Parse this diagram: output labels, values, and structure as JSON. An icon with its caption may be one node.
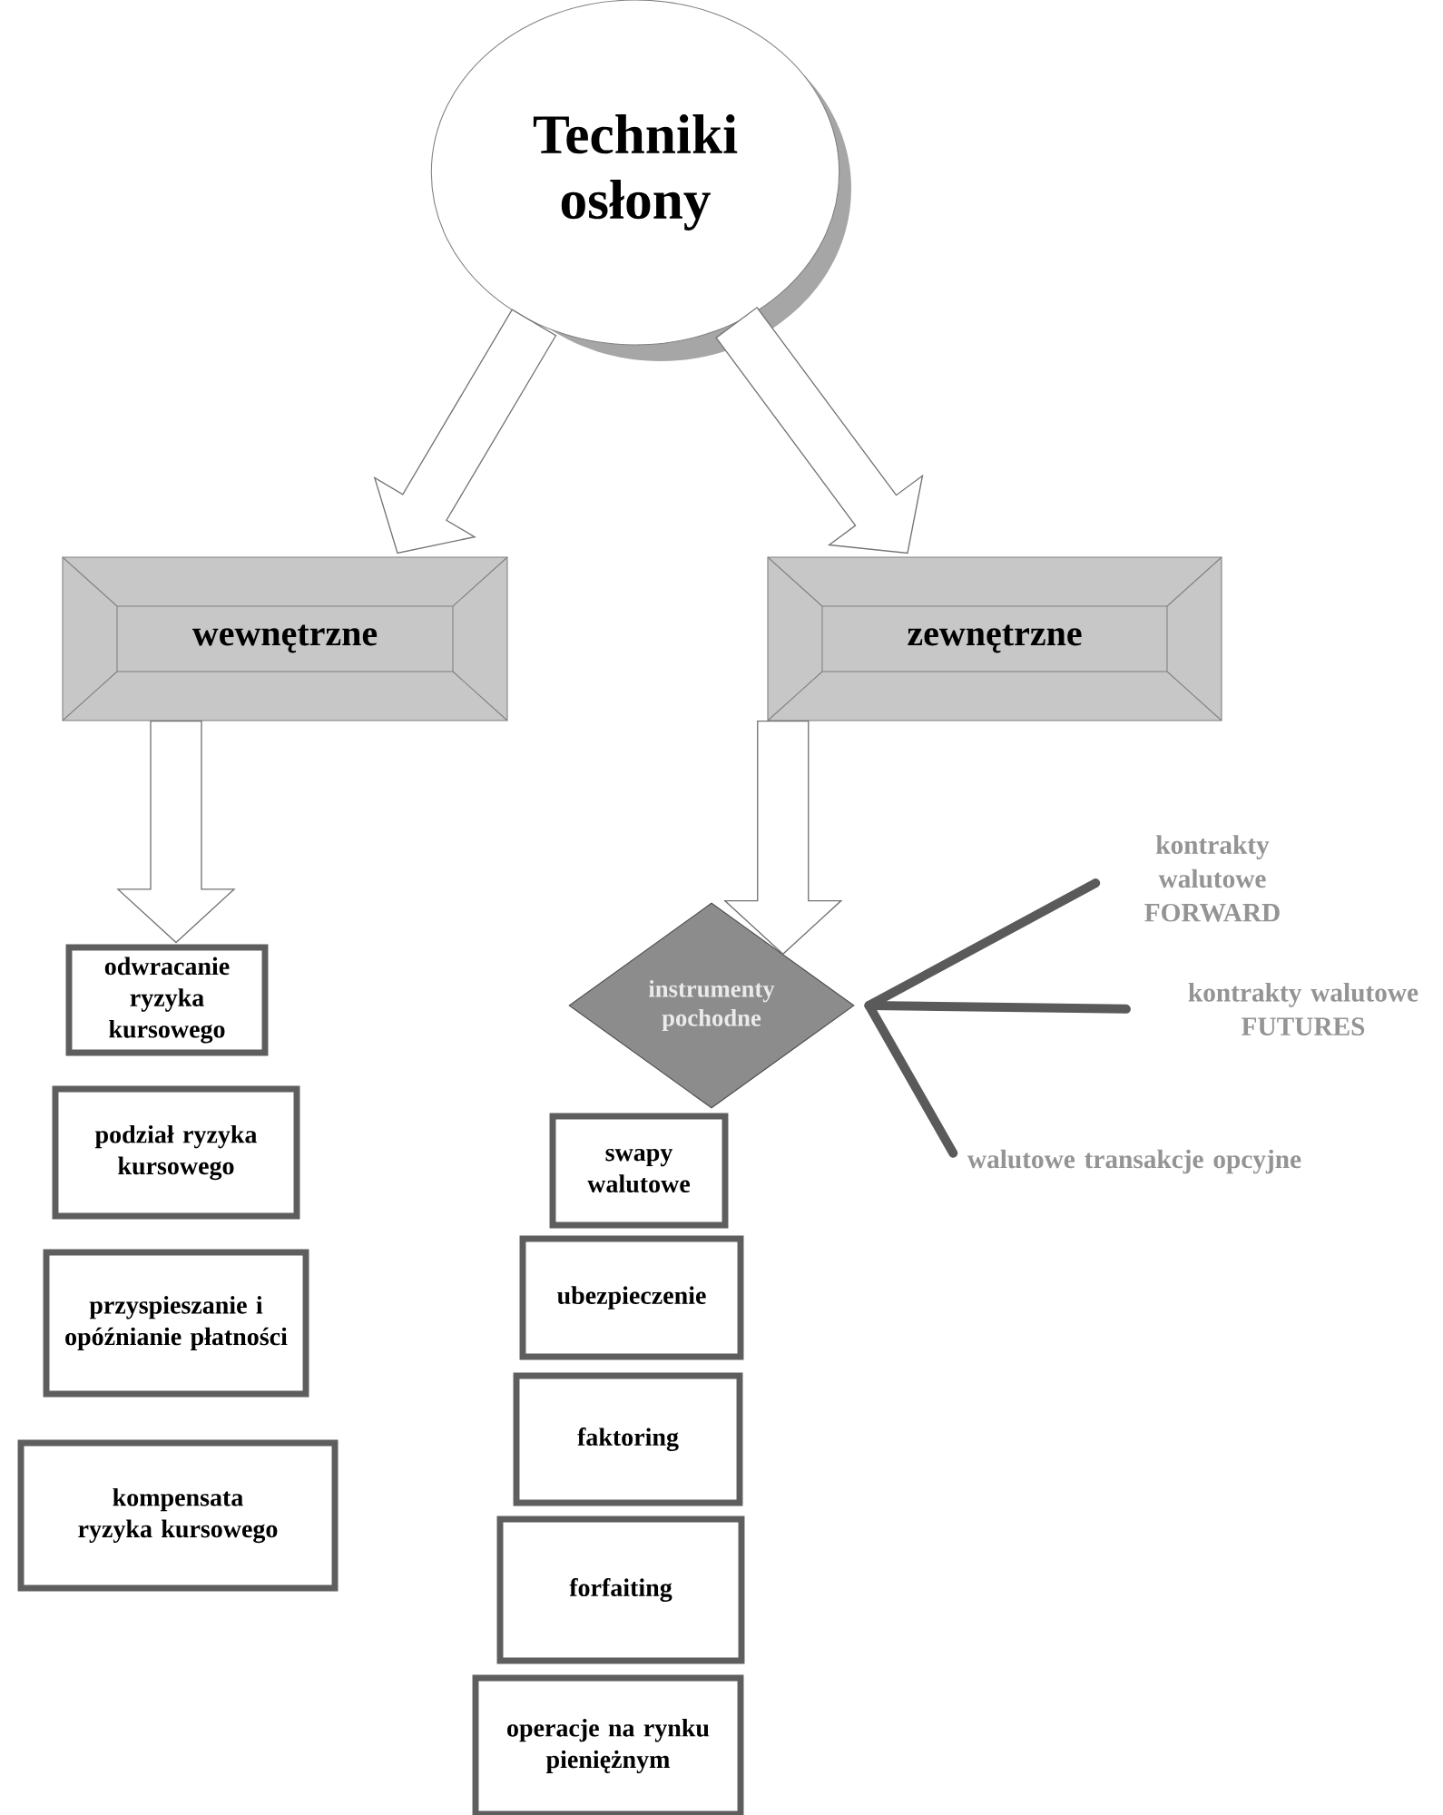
{
  "diagram": {
    "nodes": [
      {
        "text": [
          "Techniki osłony"
        ]
      },
      {
        "text": [
          "wewnętrzne"
        ]
      },
      {
        "text": [
          "zewnętrzne"
        ]
      },
      {
        "text": [
          "odwracanie ryzyka kursowego"
        ]
      },
      {
        "text": [
          "podział ryzyka kursowego"
        ]
      },
      {
        "text": [
          "przyspieszanie i opóźnianie płatności"
        ]
      },
      {
        "text": [
          "kompensata ryzyka kursowego"
        ]
      },
      {
        "text": [
          "instrumenty pochodne"
        ]
      },
      {
        "text": [
          "swapy walutowe"
        ]
      },
      {
        "text": [
          "ubezpieczenie"
        ]
      },
      {
        "text": [
          "faktoring"
        ]
      },
      {
        "text": [
          "forfaiting"
        ]
      },
      {
        "text": [
          "operacje na rynku pieniężnym"
        ]
      },
      {
        "text": [
          "kontrakty walutowe FORWARD"
        ]
      },
      {
        "text": [
          "kontrakty walutowe FUTURES"
        ]
      },
      {
        "text": [
          "walutowe transakcje opcyjne"
        ]
      }
    ],
    "edges": [
      {
        "from": 0,
        "to": 1,
        "arrow": "to"
      },
      {
        "from": 0,
        "to": 2,
        "arrow": "to"
      },
      {
        "from": 1,
        "to": 3,
        "arrow": "to"
      },
      {
        "from": 2,
        "to": 7,
        "arrow": "to"
      },
      {
        "from": 13,
        "to": 7,
        "arrow": "none",
        "color": "#5a5a5a"
      },
      {
        "from": 14,
        "to": 7,
        "arrow": "none",
        "color": "#5a5a5a"
      },
      {
        "from": 15,
        "to": 7,
        "arrow": "none",
        "color": "#5a5a5a"
      }
    ]
  }
}
